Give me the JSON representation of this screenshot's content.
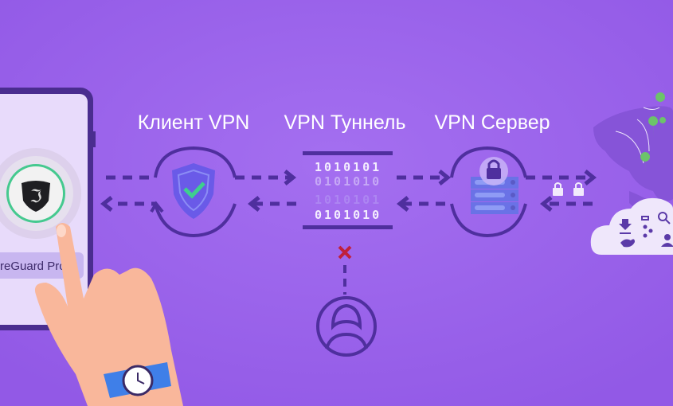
{
  "labels": {
    "client": "Клиент VPN",
    "tunnel": "VPN Туннель",
    "server": "VPN Сервер"
  },
  "tunnel_binary": [
    "1010101",
    "0101010",
    "1010101",
    "0101010"
  ],
  "phone": {
    "protocol_label": "reGuard Proto"
  },
  "colors": {
    "background": "#9b64ec",
    "line": "#4f2f9e",
    "shield": "#6a5ae8",
    "check": "#3ecf8e",
    "alert": "#c0203a",
    "pin": "#6cc36a"
  }
}
